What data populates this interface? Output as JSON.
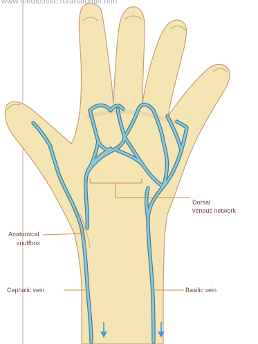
{
  "watermark": "www.medicosec.ro/anatomie.htm",
  "colors": {
    "skin": "#f5e4b4",
    "skin_outline": "#c79e78",
    "vein_fill": "#8fc6d6",
    "vein_outline": "#3c7f97",
    "leader": "#d08a4a",
    "label_text": "#6b4a3a",
    "arrow": "#3b9ad6",
    "margin_line": "#d4a0a8"
  },
  "labels": {
    "dorsal_line1": "Dorsal",
    "dorsal_line2": "venous network",
    "snuffbox_line1": "Anatomical",
    "snuffbox_line2": "snuffbox",
    "cephalic": "Cephalic vein",
    "basilic": "Basilic vein"
  }
}
